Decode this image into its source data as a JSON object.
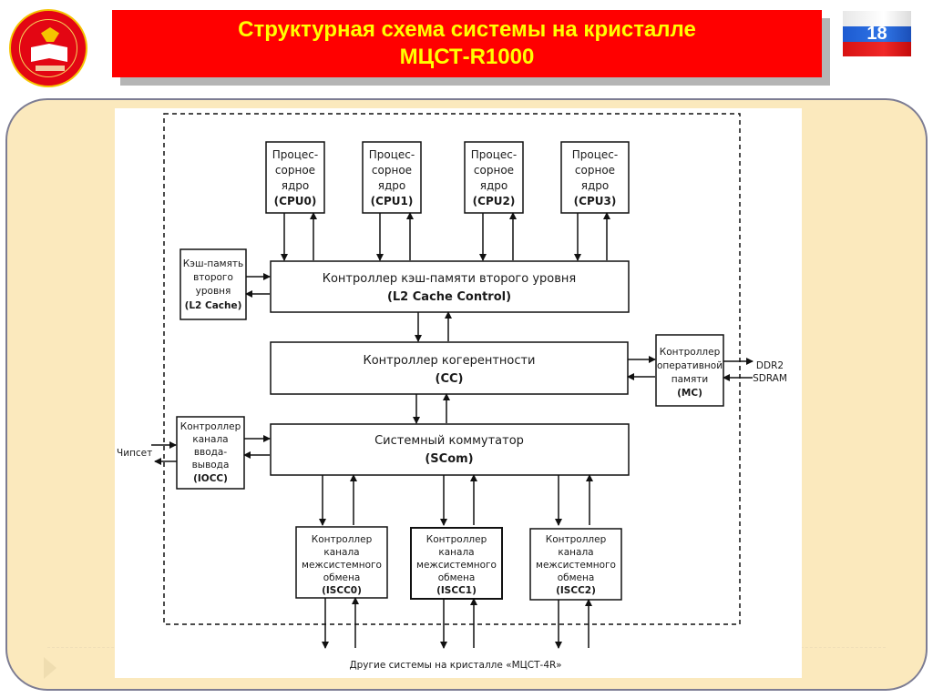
{
  "header": {
    "title_line1": "Структурная схема системы на кристалле",
    "title_line2": "МЦСТ-R1000",
    "slide_number": "18",
    "logo_icon": "military-academy-emblem",
    "flag_icon": "russian-flag"
  },
  "colors": {
    "title_bg": "#ff0000",
    "title_text": "#ffff00",
    "panel_bg": "#fbe9bd",
    "panel_border": "#7c7c93"
  },
  "diagram": {
    "cpus": [
      {
        "lines": [
          "Процес-",
          "сорное",
          "ядро"
        ],
        "id": "(CPU0)"
      },
      {
        "lines": [
          "Процес-",
          "сорное",
          "ядро"
        ],
        "id": "(CPU1)"
      },
      {
        "lines": [
          "Процес-",
          "сорное",
          "ядро"
        ],
        "id": "(CPU2)"
      },
      {
        "lines": [
          "Процес-",
          "сорное",
          "ядро"
        ],
        "id": "(CPU3)"
      }
    ],
    "l2cache": {
      "lines": [
        "Кэш-память",
        "второго",
        "уровня"
      ],
      "id": "(L2 Cache)"
    },
    "l2control": {
      "name": "Контроллер кэш-памяти второго уровня",
      "id": "(L2 Cache Control)"
    },
    "cc": {
      "name": "Контроллер когерентности",
      "id": "(CC)"
    },
    "mc": {
      "lines": [
        "Контроллер",
        "оперативной",
        "памяти"
      ],
      "id": "(MC)"
    },
    "ddr": {
      "line1": "DDR2",
      "line2": "SDRAM"
    },
    "scom": {
      "name": "Системный коммутатор",
      "id": "(SCom)"
    },
    "iocc": {
      "lines": [
        "Контроллер",
        "канала",
        "ввода-",
        "вывода"
      ],
      "id": "(IOCC)"
    },
    "chipset": "Чипсет",
    "isccs": [
      {
        "lines": [
          "Контроллер",
          "канала",
          "межсистемного",
          "обмена"
        ],
        "id": "(ISCC0)"
      },
      {
        "lines": [
          "Контроллер",
          "канала",
          "межсистемного",
          "обмена"
        ],
        "id": "(ISCC1)"
      },
      {
        "lines": [
          "Контроллер",
          "канала",
          "межсистемного",
          "обмена"
        ],
        "id": "(ISCC2)"
      }
    ],
    "footer_caption": "Другие системы на кристалле «МЦСТ-4R»"
  }
}
